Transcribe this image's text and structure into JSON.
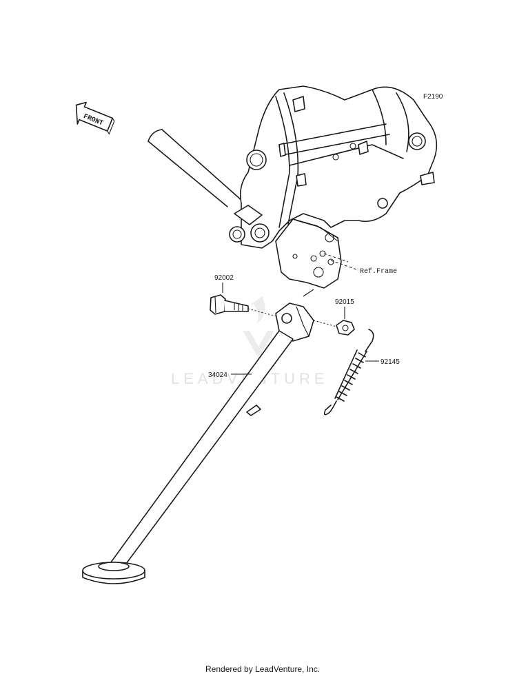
{
  "diagram_code": "F2190",
  "front_label": "FRONT",
  "watermark": "LEADVENTURE",
  "footer": "Rendered by LeadVenture, Inc.",
  "parts": [
    {
      "number": "92002",
      "name": "bolt"
    },
    {
      "number": "92015",
      "name": "nut"
    },
    {
      "number": "92145",
      "name": "spring"
    },
    {
      "number": "34024",
      "name": "side stand"
    }
  ],
  "reference": "Ref.Frame"
}
